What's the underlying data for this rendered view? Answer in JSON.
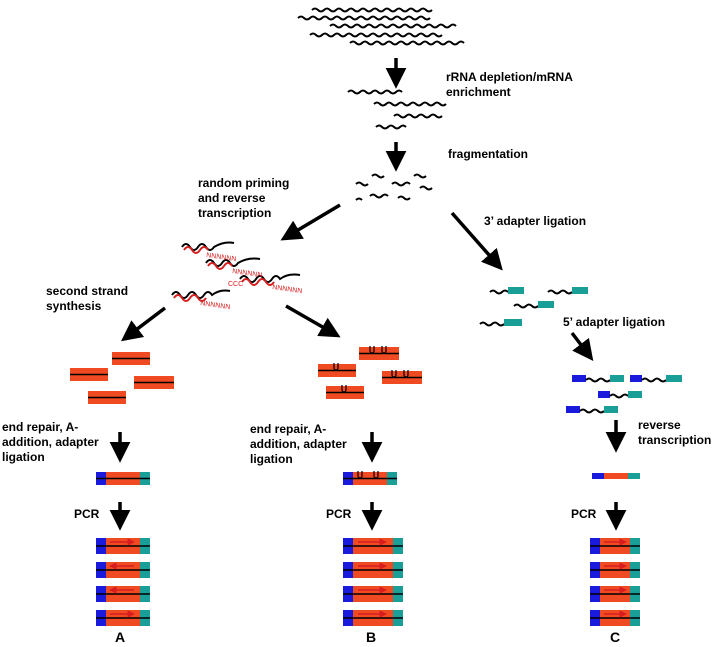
{
  "steps": {
    "rrna_depletion": "rRNA depletion/mRNA\nenrichment",
    "fragmentation": "fragmentation",
    "random_priming": "random priming\nand reverse\ntranscription",
    "three_prime_ligation": "3’ adapter ligation",
    "second_strand": "second strand\nsynthesis",
    "five_prime_ligation": "5’ adapter ligation",
    "end_repair_a": "end repair, A-\naddition, adapter\nligation",
    "end_repair_b": "end repair, A-\naddition, adapter\nligation",
    "reverse_transcription": "reverse\ntranscription",
    "pcr_a": "PCR",
    "pcr_b": "PCR",
    "pcr_c": "PCR"
  },
  "rt_primer_labels": {
    "random_primer": "NNNNNN",
    "cap_label": "CCC"
  },
  "panels": {
    "a": "A",
    "b": "B",
    "c": "C"
  },
  "colors": {
    "cdna_red": "#f04a23",
    "adapter_blue": "#1a1adc",
    "adapter_teal": "#1a9e98",
    "primer_red": "#d81e1e",
    "arrow_black": "#000000"
  }
}
